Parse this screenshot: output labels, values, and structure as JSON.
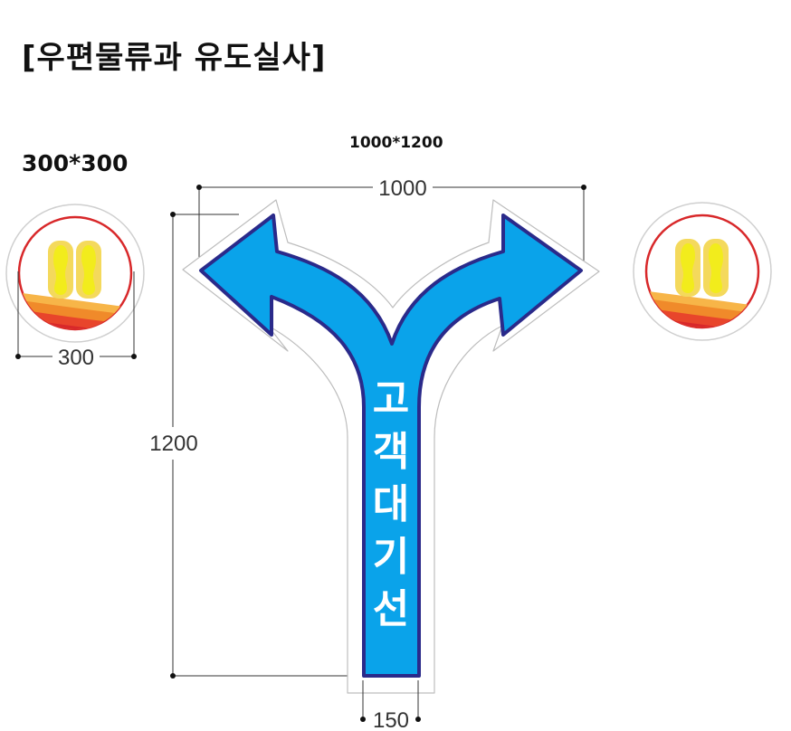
{
  "title": "[우편물류과 유도실사]",
  "sizes": {
    "small": "300*300",
    "large": "1000*1200"
  },
  "dimensions": {
    "width_large": "1000",
    "height_large": "1200",
    "stem_width": "150",
    "circle_width": "300"
  },
  "arrow": {
    "label_chars": [
      "고",
      "객",
      "대",
      "기",
      "선"
    ],
    "fill_color": "#0aa3ea",
    "outline_color": "#2a2a8a"
  },
  "footprint": {
    "fill_color": "#f2ec1c",
    "ring_color": "#d8282a"
  }
}
